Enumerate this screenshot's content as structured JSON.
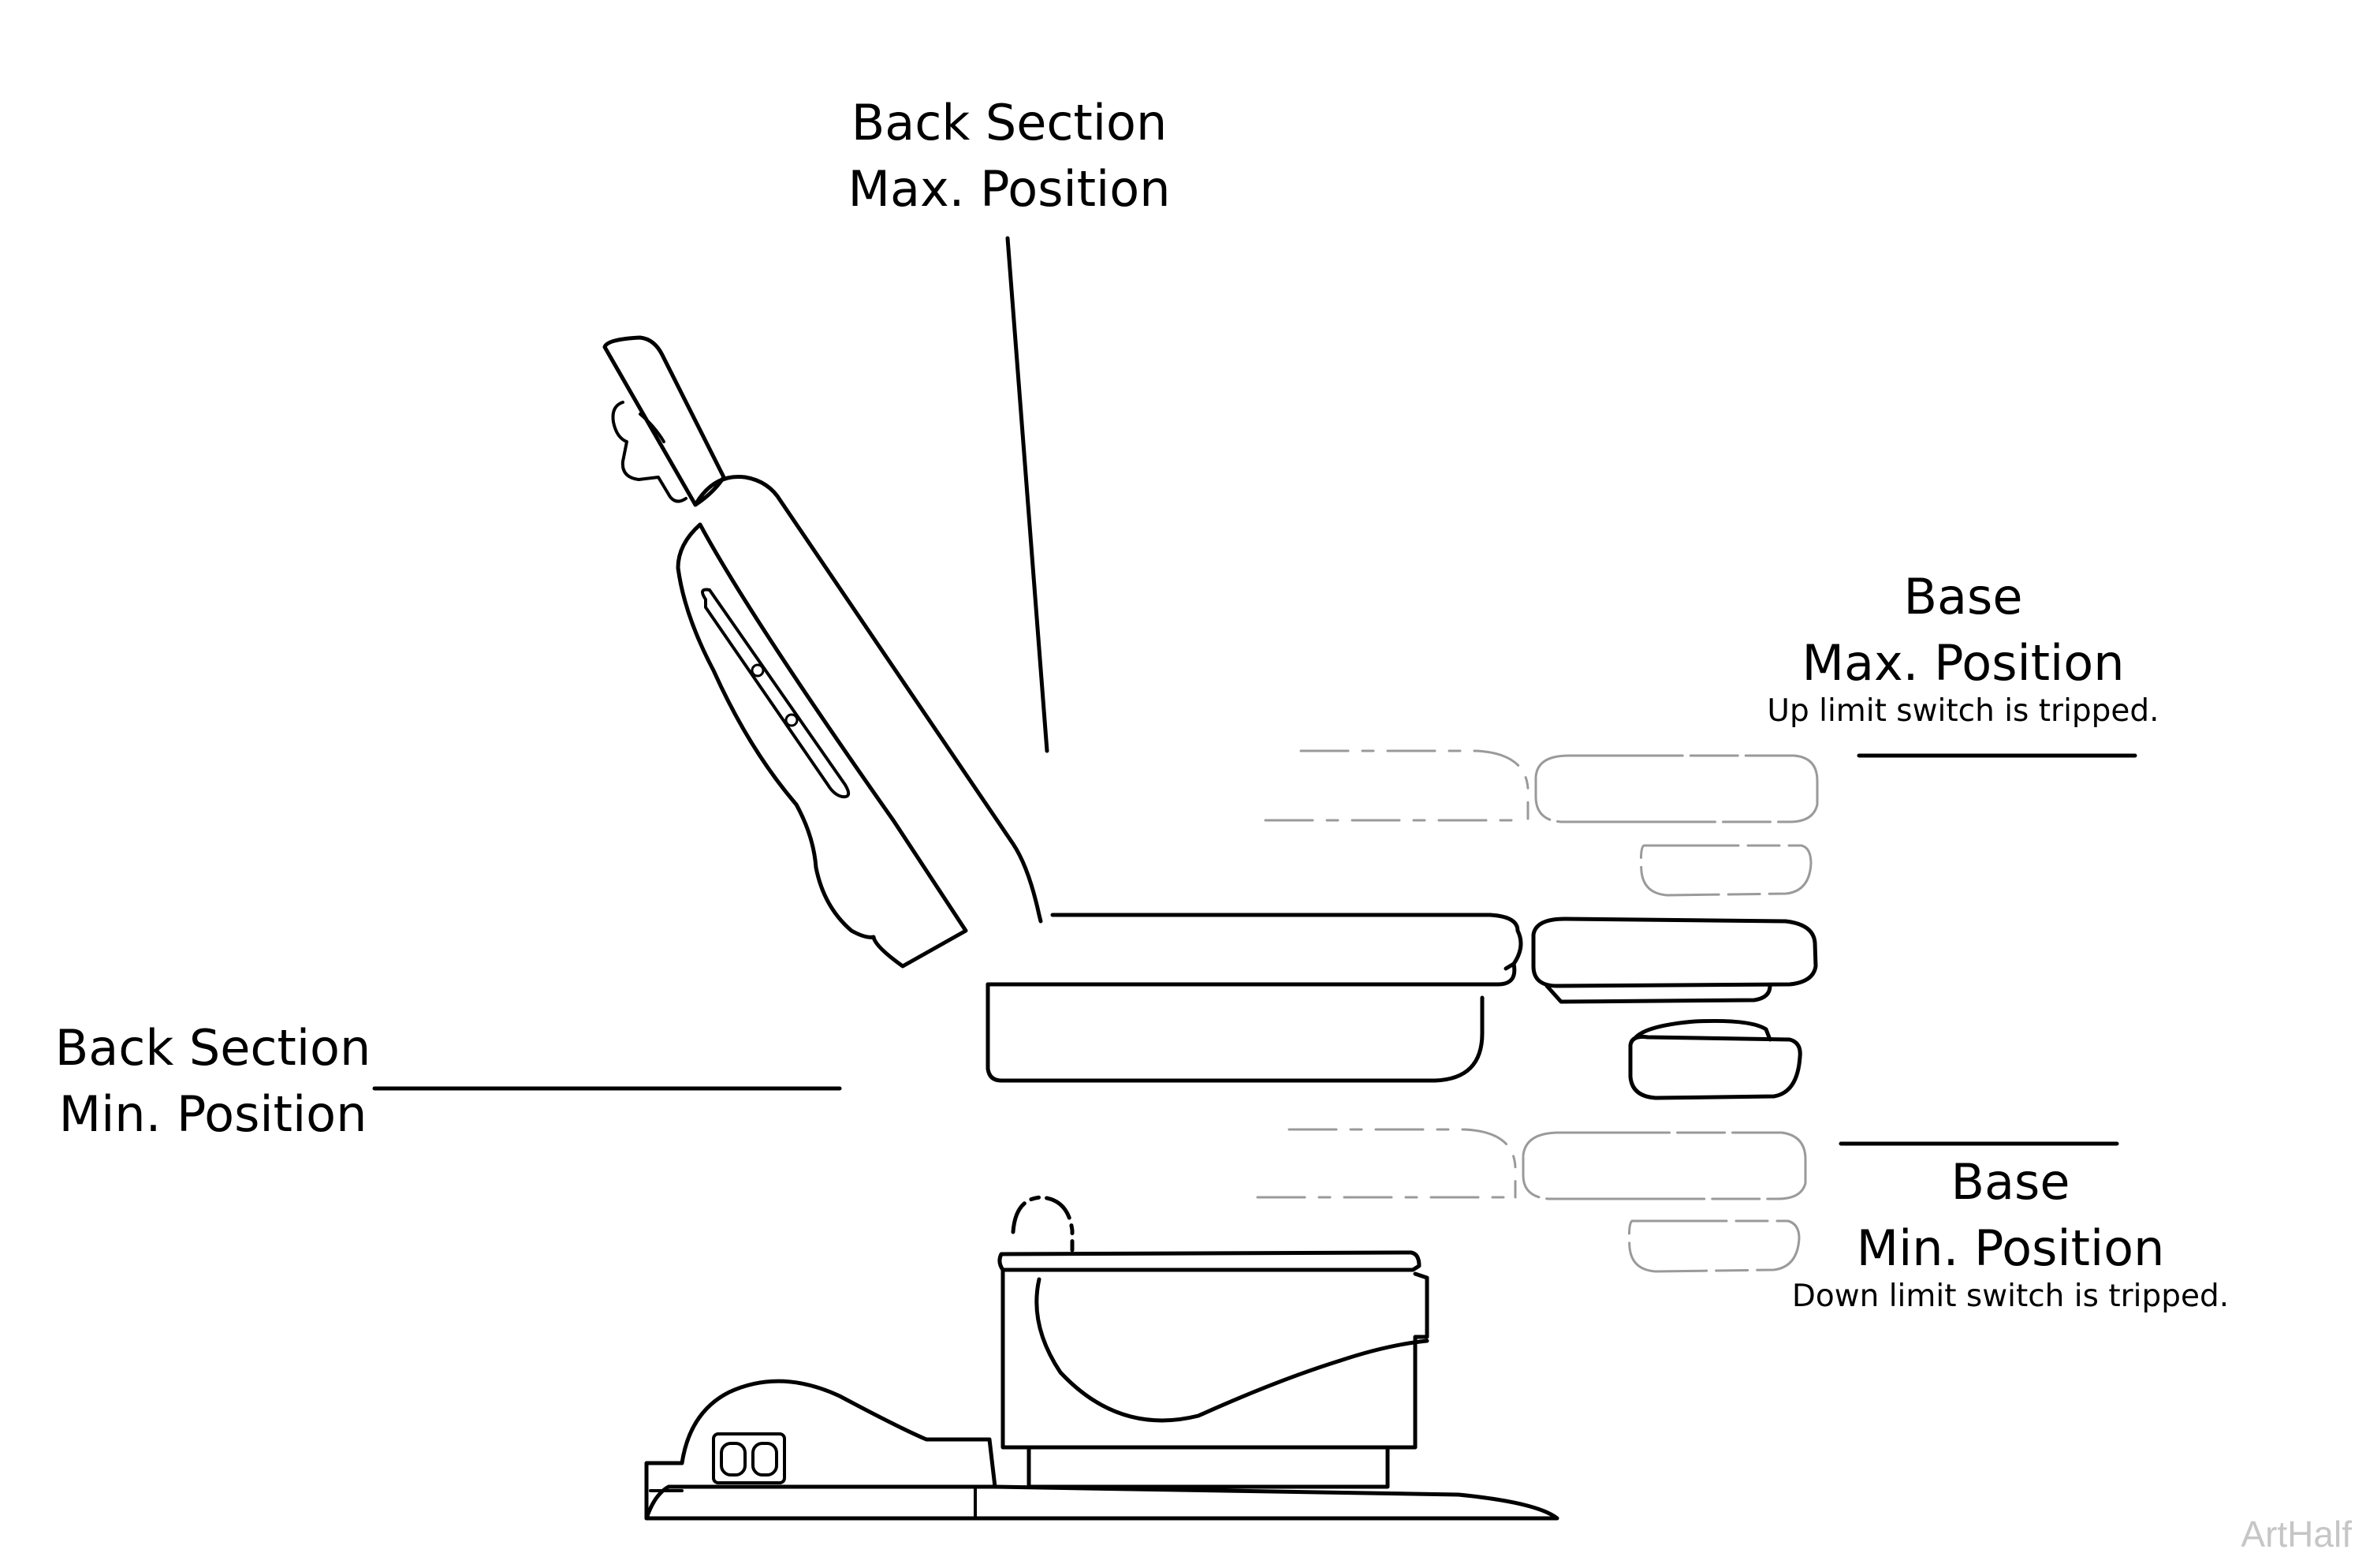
{
  "labels": {
    "back_max": {
      "line1": "Back Section",
      "line2": "Max. Position"
    },
    "back_min": {
      "line1": "Back Section",
      "line2": "Min. Position"
    },
    "base_max": {
      "line1": "Base",
      "line2": "Max. Position",
      "note": "Up limit switch is tripped."
    },
    "base_min": {
      "line1": "Base",
      "line2": "Min. Position",
      "note": "Down limit switch is tripped."
    }
  },
  "watermark": "ArtHalf",
  "colors": {
    "line": "#000000",
    "ghost_outline": "#9a9a9a",
    "watermark": "#c6c6c6"
  }
}
